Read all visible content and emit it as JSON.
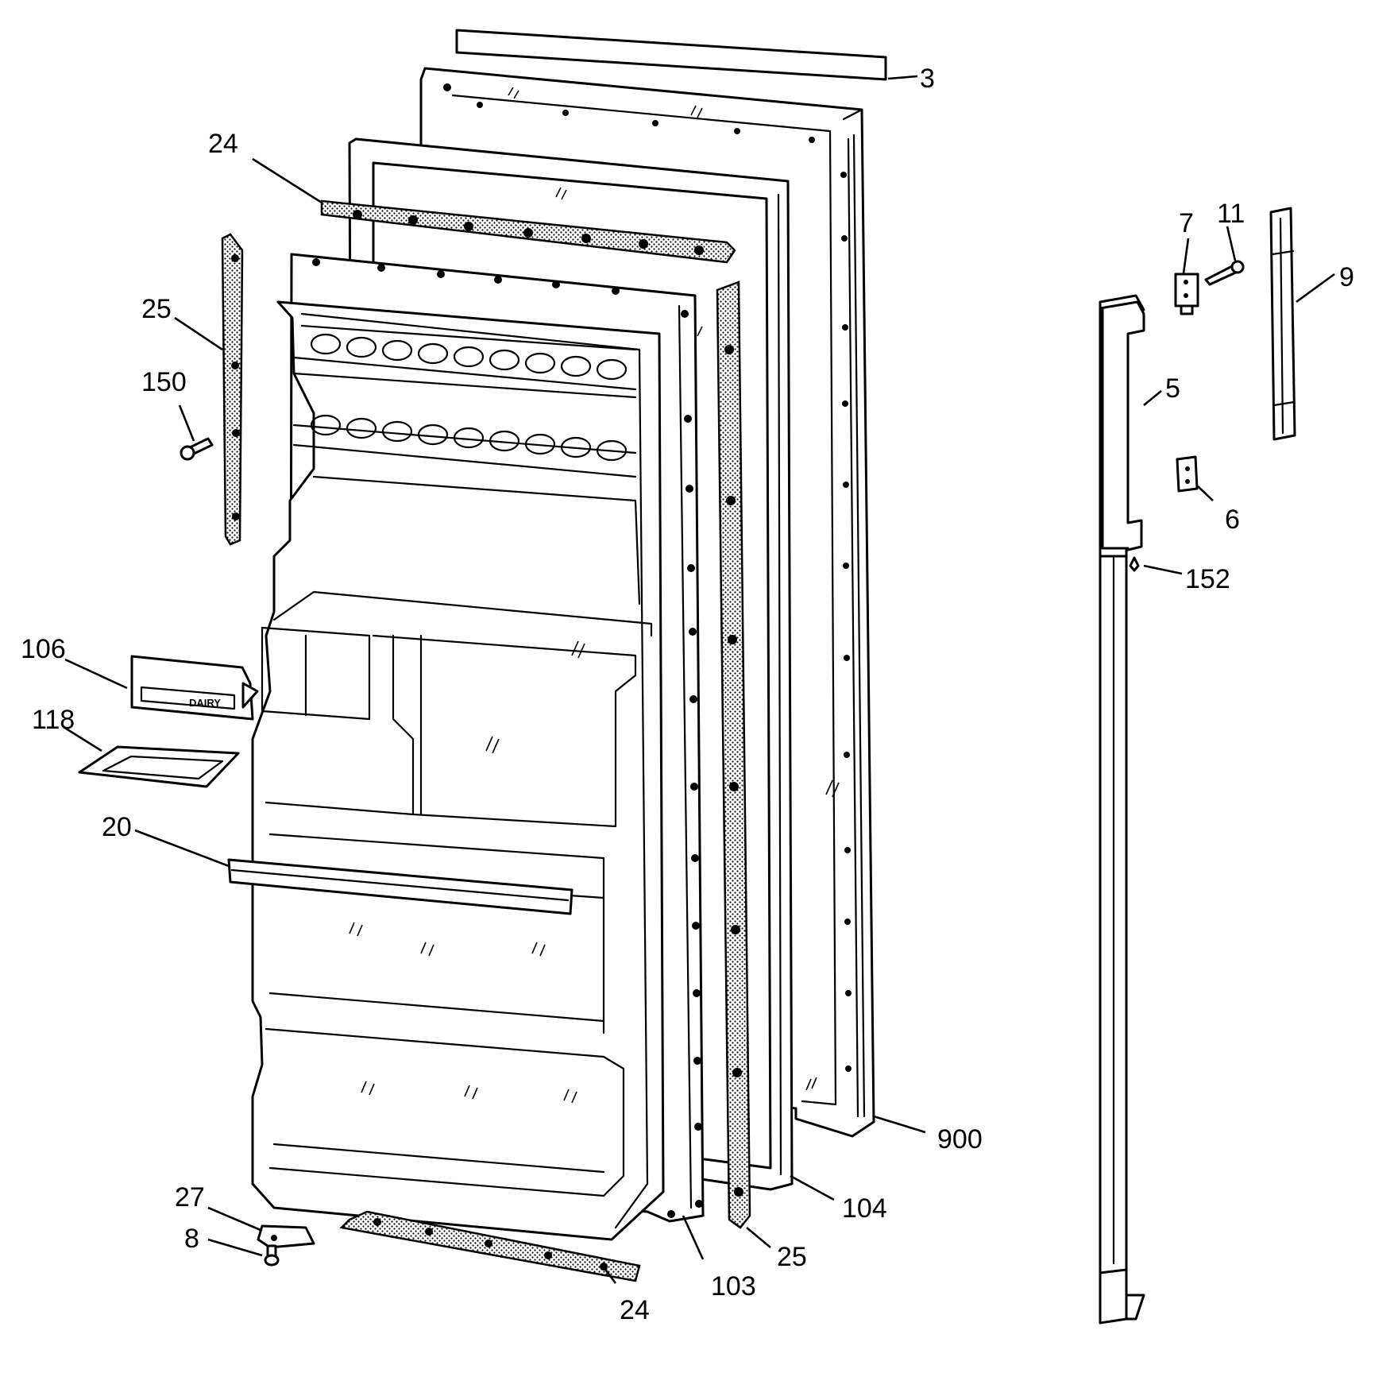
{
  "diagram": {
    "colors": {
      "ink": "#000000",
      "paper": "#ffffff",
      "gasket_fill": "#bdbdbd"
    },
    "parts": [
      {
        "id": "p3",
        "label": "3"
      },
      {
        "id": "p24_top",
        "label": "24"
      },
      {
        "id": "p25_left",
        "label": "25"
      },
      {
        "id": "p150",
        "label": "150"
      },
      {
        "id": "p106",
        "label": "106"
      },
      {
        "id": "p118",
        "label": "118"
      },
      {
        "id": "p20",
        "label": "20"
      },
      {
        "id": "p27",
        "label": "27"
      },
      {
        "id": "p8",
        "label": "8"
      },
      {
        "id": "p24_bottom",
        "label": "24"
      },
      {
        "id": "p103",
        "label": "103"
      },
      {
        "id": "p25_right",
        "label": "25"
      },
      {
        "id": "p104",
        "label": "104"
      },
      {
        "id": "p900",
        "label": "900"
      },
      {
        "id": "p7",
        "label": "7"
      },
      {
        "id": "p11",
        "label": "11"
      },
      {
        "id": "p9",
        "label": "9"
      },
      {
        "id": "p5",
        "label": "5"
      },
      {
        "id": "p6",
        "label": "6"
      },
      {
        "id": "p152",
        "label": "152"
      }
    ],
    "bin_106_text": "DAIRY"
  }
}
